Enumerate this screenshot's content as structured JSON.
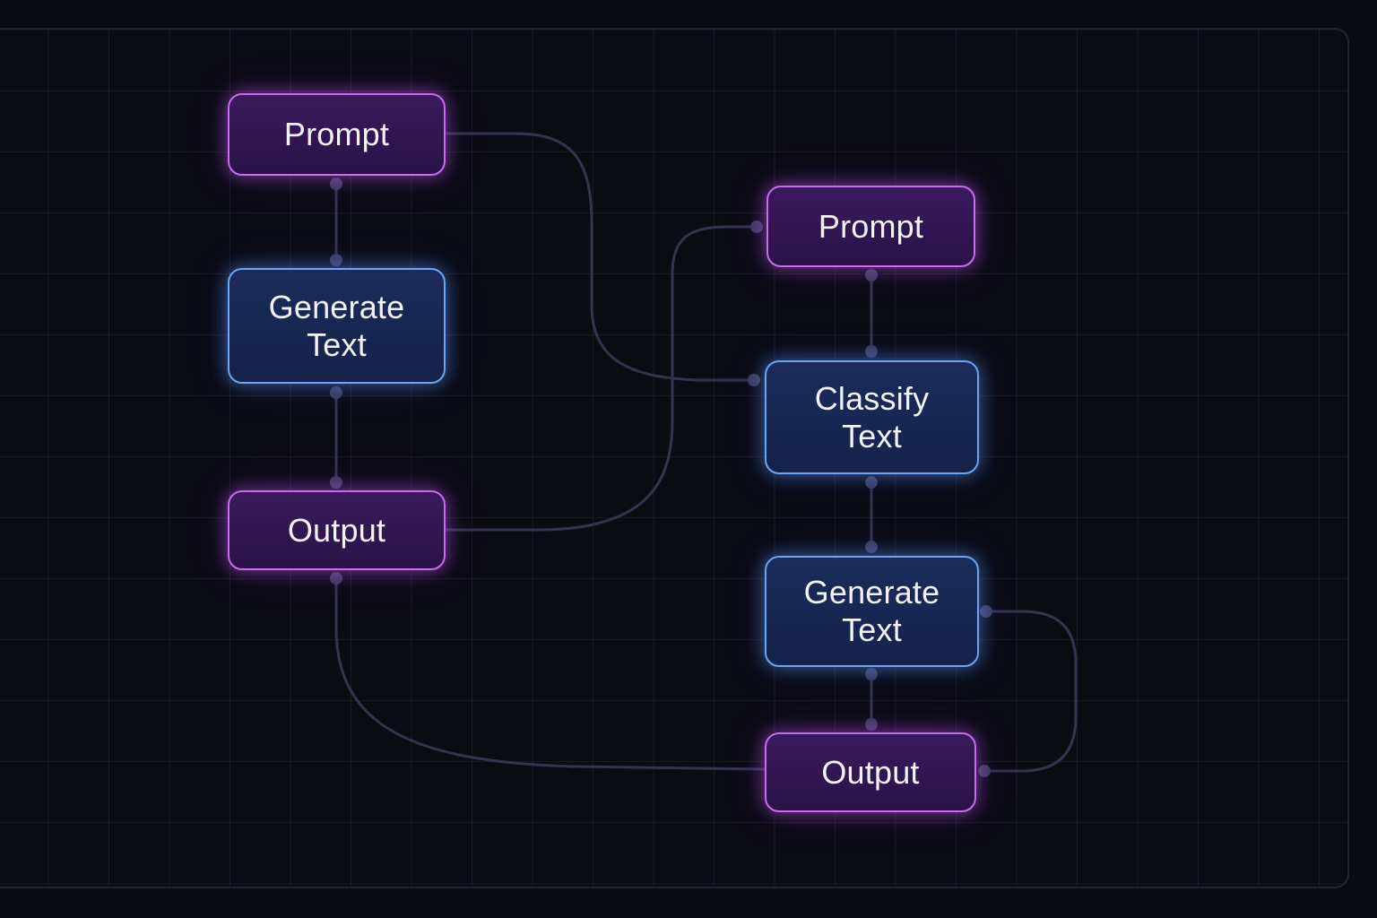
{
  "nodes": {
    "left_prompt": {
      "label": "Prompt"
    },
    "left_generate": {
      "line1": "Generate",
      "line2": "Text"
    },
    "left_output": {
      "label": "Output"
    },
    "right_prompt": {
      "label": "Prompt"
    },
    "right_classify": {
      "line1": "Classify",
      "line2": "Text"
    },
    "right_generate": {
      "line1": "Generate",
      "line2": "Text"
    },
    "right_output": {
      "label": "Output"
    }
  },
  "colors": {
    "background": "#0a0a12",
    "prompt_output_border": "#c86cf0",
    "process_border": "#6aa6f2",
    "edge": "#3a3a58",
    "port": "#3d3d5e"
  }
}
